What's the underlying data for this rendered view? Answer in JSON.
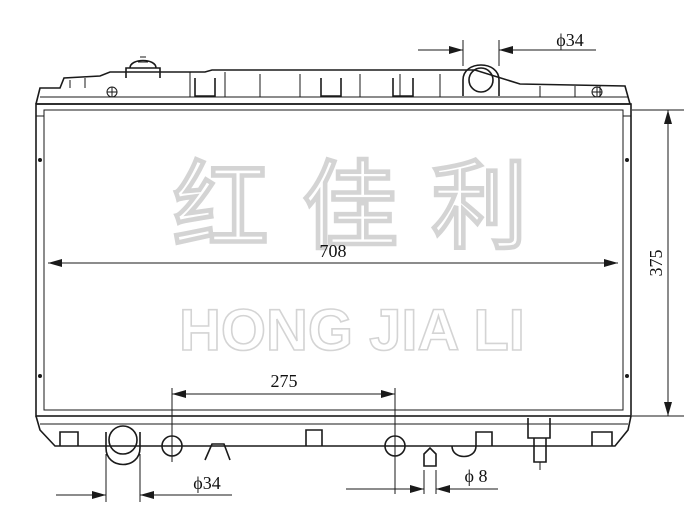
{
  "dimensions": {
    "core_width": "708",
    "core_height": "375",
    "inlet_spacing": "275",
    "top_pipe_diameter": "ϕ34",
    "bottom_pipe_diameter": "ϕ34",
    "drain_diameter": "ϕ 8"
  },
  "watermark": {
    "chinese": "红 佳 利",
    "pinyin": "HONG JIA LI"
  },
  "colors": {
    "line": "#1a1a1a",
    "watermark_outline": "#d4d4d4"
  }
}
